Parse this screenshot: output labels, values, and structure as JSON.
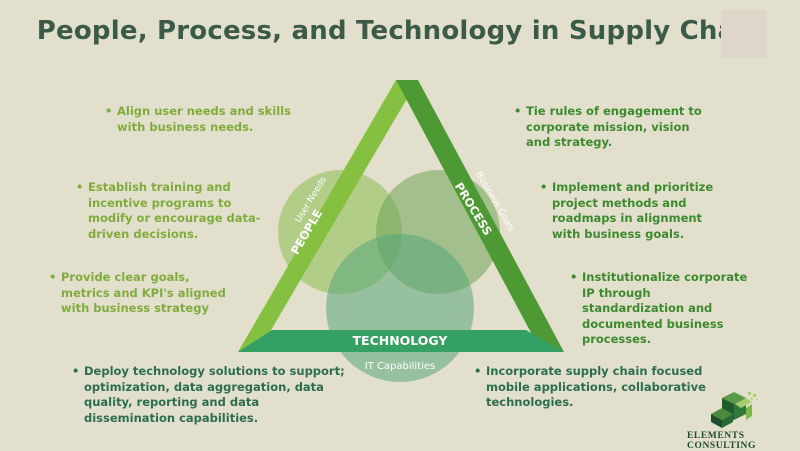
{
  "title": "People, Process, and Technology in Supply Chain",
  "triangle": {
    "people_label": "PEOPLE",
    "process_label": "PROCESS",
    "technology_label": "TECHNOLOGY"
  },
  "circles": {
    "people": "User Needs",
    "process": "Business Goals",
    "technology": "IT Capabilities"
  },
  "bullets": {
    "people": [
      "Align user needs and skills with business needs.",
      "Establish training and incentive programs to modify or encourage data-driven decisions.",
      "Provide clear goals, metrics and KPI's aligned with business strategy"
    ],
    "process": [
      "Tie rules of engagement to corporate mission, vision and strategy.",
      "Implement and prioritize project methods and roadmaps in alignment with business goals.",
      "Institutionalize corporate IP through standardization and documented business processes."
    ],
    "technology": [
      "Deploy technology solutions to support; optimization, data aggregation, data quality, reporting and data dissemination capabilities.",
      "Incorporate supply chain focused mobile applications, collaborative technologies."
    ]
  },
  "logo": {
    "name": "Elements Consulting"
  },
  "colors": {
    "background": "#e3dfcd",
    "title": "#3c5a48",
    "people": "#86c040",
    "process": "#4d9a35",
    "technology": "#35a064"
  }
}
